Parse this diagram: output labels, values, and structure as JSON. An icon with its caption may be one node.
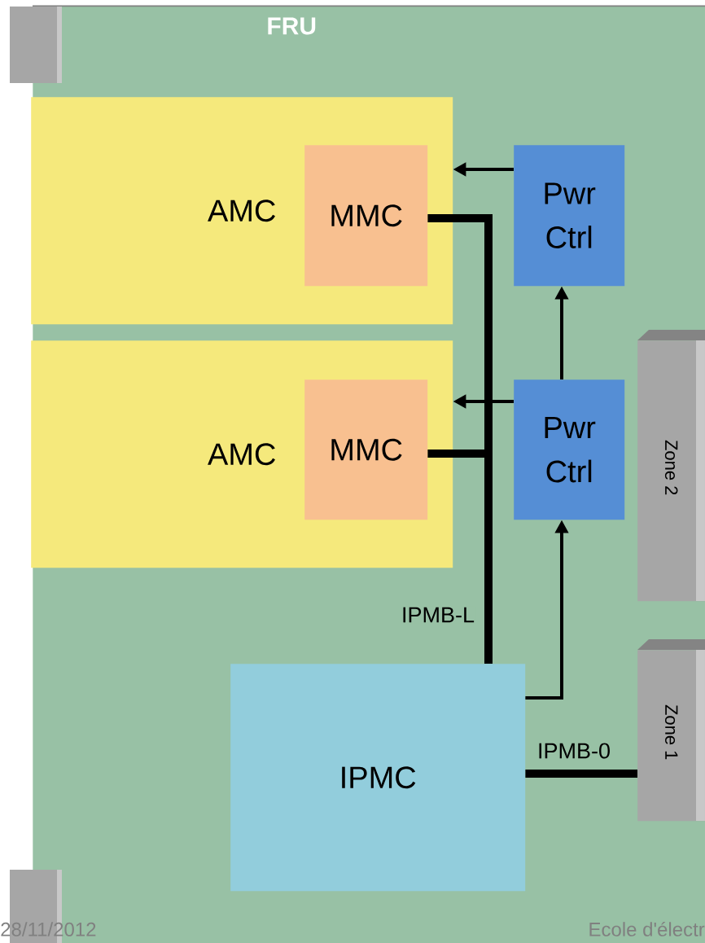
{
  "diagram": {
    "nodes": [
      {
        "text": [
          "FRU"
        ]
      },
      {
        "text": [
          "AMC"
        ],
        "in": 0
      },
      {
        "text": [
          "MMC"
        ],
        "in": 1
      },
      {
        "text": [
          "AMC"
        ],
        "in": 0
      },
      {
        "text": [
          "MMC"
        ],
        "in": 3
      },
      {
        "text": [
          "Pwr Ctrl"
        ],
        "in": 0
      },
      {
        "text": [
          "Pwr Ctrl"
        ],
        "in": 0
      },
      {
        "text": [
          "IPMC"
        ],
        "in": 0
      },
      {
        "text": [
          "Zone 2"
        ],
        "in": 0
      },
      {
        "text": [
          "Zone 1"
        ],
        "in": 0
      }
    ],
    "edges": [
      {
        "from": 5,
        "to": 1,
        "arrow": "to"
      },
      {
        "from": 6,
        "to": 3,
        "arrow": "to"
      },
      {
        "from": 6,
        "to": 5,
        "arrow": "to"
      },
      {
        "from": 7,
        "to": 6,
        "arrow": "to"
      },
      {
        "from": 2,
        "to": 7,
        "arrow": "none",
        "style": "thick"
      },
      {
        "from": 4,
        "to": 7,
        "arrow": "none",
        "style": "thick",
        "label": "IPMB-L"
      },
      {
        "from": 7,
        "to": 9,
        "arrow": "none",
        "style": "thick",
        "label": "IPMB-0"
      }
    ],
    "labels": [
      "28/11/2012",
      "Ecole d'électr"
    ]
  }
}
